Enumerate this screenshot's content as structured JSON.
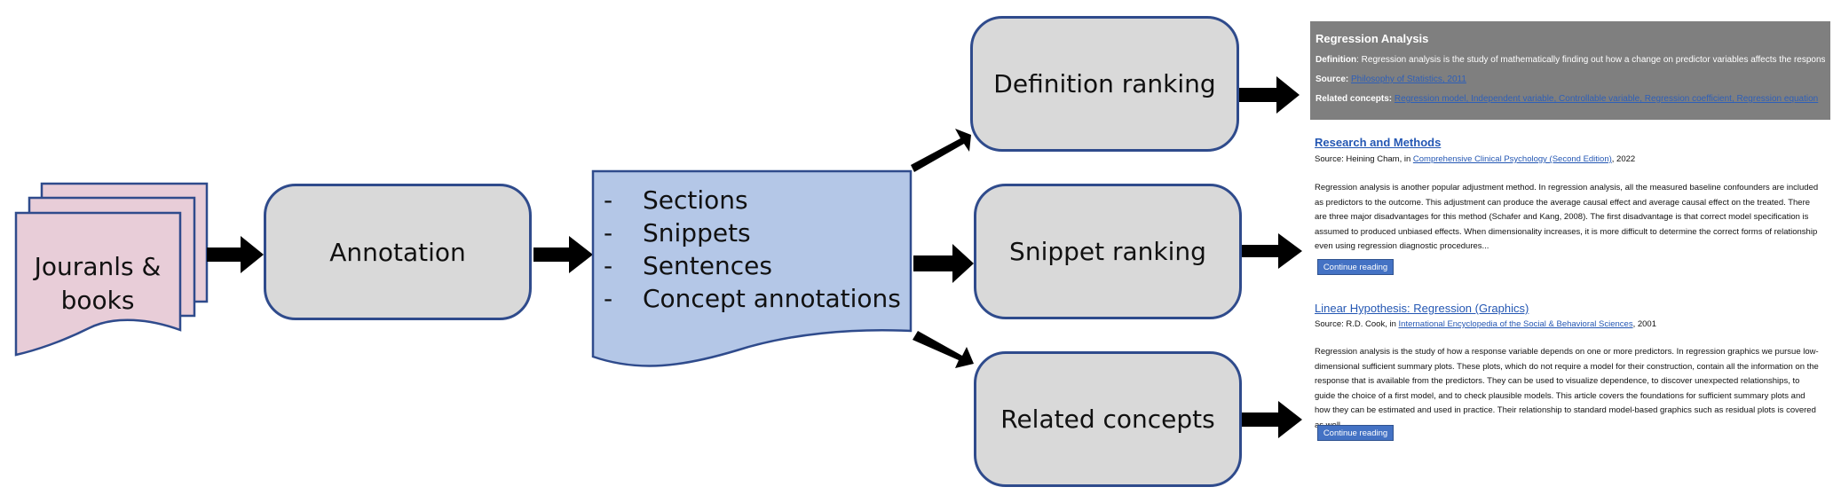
{
  "colors": {
    "box_fill": "#d9d9d9",
    "box_border": "#2f4b8c",
    "document_fill": "#b4c7e7",
    "source_fill": "#e8cdd8",
    "definition_panel_bg": "#7f7f7f",
    "link": "#2457b3",
    "button": "#4472c4"
  },
  "flow": {
    "source_label": "Jouranls &\nbooks",
    "annotation": "Annotation",
    "items": [
      "Sections",
      "Snippets",
      "Sentences",
      "Concept annotations"
    ],
    "outputs": {
      "definition": "Definition ranking",
      "snippet": "Snippet ranking",
      "related": "Related concepts"
    }
  },
  "definition_card": {
    "title": "Regression Analysis",
    "definition_label": "Definition",
    "definition_text": ": Regression analysis is the study of mathematically finding out how a change on predictor variables affects the response variable",
    "source_label": "Source:",
    "source_link": "Philosophy of Statistics, 2011",
    "related_label": "Related concepts:",
    "related_links": "Regression model, Independent variable, Controllable variable, Regression coefficient, Regression equation"
  },
  "snippet_cards": [
    {
      "title": "Research and Methods",
      "source_prefix": "Source: Heining Cham, in ",
      "source_link": "Comprehensive Clinical Psychology (Second Edition)",
      "source_suffix": ", 2022",
      "body": "Regression analysis is another popular adjustment method. In regression analysis, all the measured baseline confounders are included as predictors to the outcome. This adjustment can produce the average causal effect and average causal effect on the treated. There are three major disadvantages for this method (Schafer and Kang, 2008). The first disadvantage is that correct model specification is assumed to produced unbiased effects. When dimensionality increases, it is more difficult to determine the correct forms of relationship even using regression diagnostic procedures...",
      "button": "Continue reading"
    },
    {
      "title": "Linear Hypothesis: Regression (Graphics)",
      "source_prefix": "Source: R.D. Cook, in ",
      "source_link": "International Encyclopedia of the Social & Behavioral Sciences",
      "source_suffix": ", 2001",
      "body": "Regression analysis is the study of how a response variable depends on one or more predictors. In regression graphics we pursue low-dimensional sufficient summary plots. These plots, which do not require a model for their construction, contain all the information on the response that is available from the predictors. They can be used to visualize dependence, to discover unexpected relationships, to guide the choice of a first model, and to check plausible models. This article covers the foundations for sufficient summary plots and how they can be estimated and used in practice. Their relationship to standard model-based graphics such as residual plots is covered as well.",
      "button": "Continue reading"
    }
  ]
}
